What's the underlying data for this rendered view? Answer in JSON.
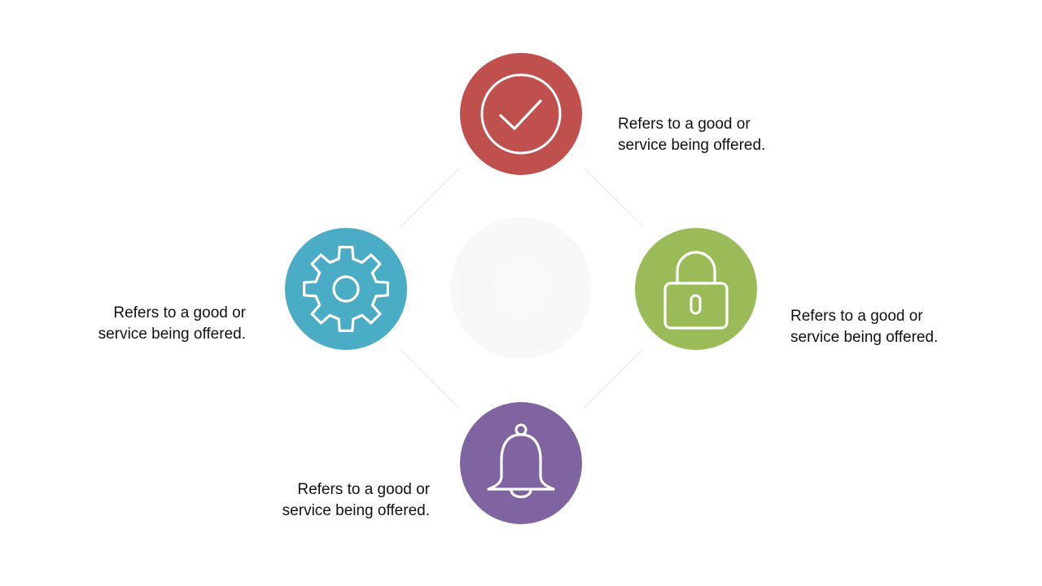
{
  "nodes": [
    {
      "id": "top",
      "icon": "check-circle-icon",
      "color": "#C0504D",
      "text": "Refers to a good or service being offered."
    },
    {
      "id": "right",
      "icon": "padlock-icon",
      "color": "#9BBB59",
      "text": "Refers to a good or service being offered."
    },
    {
      "id": "bottom",
      "icon": "bell-icon",
      "color": "#8064A2",
      "text": "Refers to a good or service being offered."
    },
    {
      "id": "left",
      "icon": "gear-icon",
      "color": "#4BACC6",
      "text": "Refers to a good or service being offered."
    }
  ],
  "connector_color": "#e6e6e6"
}
